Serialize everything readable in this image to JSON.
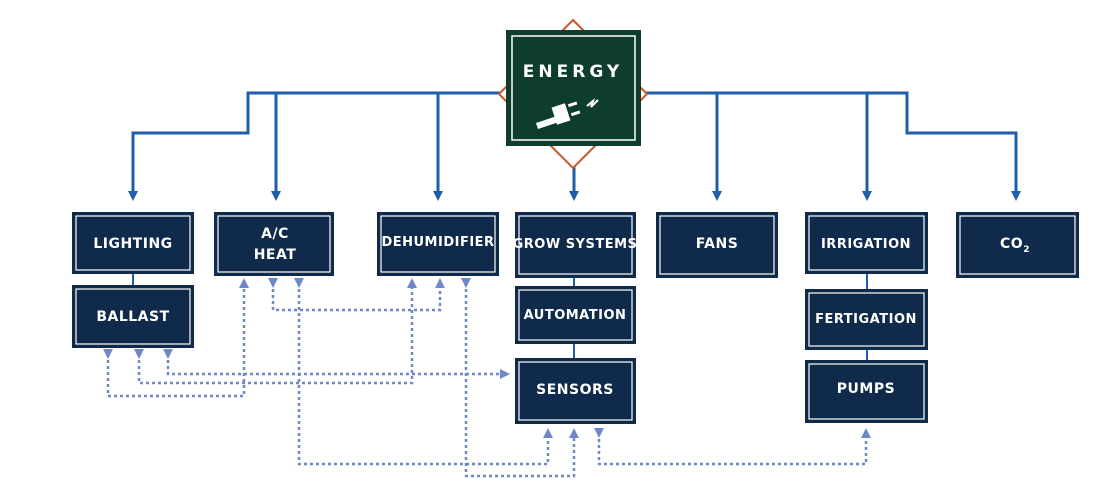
{
  "energy": {
    "title": "ENERGY",
    "icon": "power-plug-icon"
  },
  "boxes": {
    "lighting": "LIGHTING",
    "ballast": "BALLAST",
    "ac_line1": "A/C",
    "ac_line2": "HEAT",
    "dehumidifier": "DEHUMIDIFIER",
    "grow_systems": "GROW SYSTEMS",
    "automation": "AUTOMATION",
    "sensors": "SENSORS",
    "fans": "FANS",
    "irrigation": "IRRIGATION",
    "fertigation": "FERTIGATION",
    "pumps": "PUMPS",
    "co2_main": "CO",
    "co2_sub": "2"
  },
  "colors": {
    "box_fill": "#0f2a4a",
    "energy_fill": "#0f3d2c",
    "solid_line": "#1f5ea8",
    "dotted_line": "#6f88c8",
    "diamond": "#c8582a"
  }
}
